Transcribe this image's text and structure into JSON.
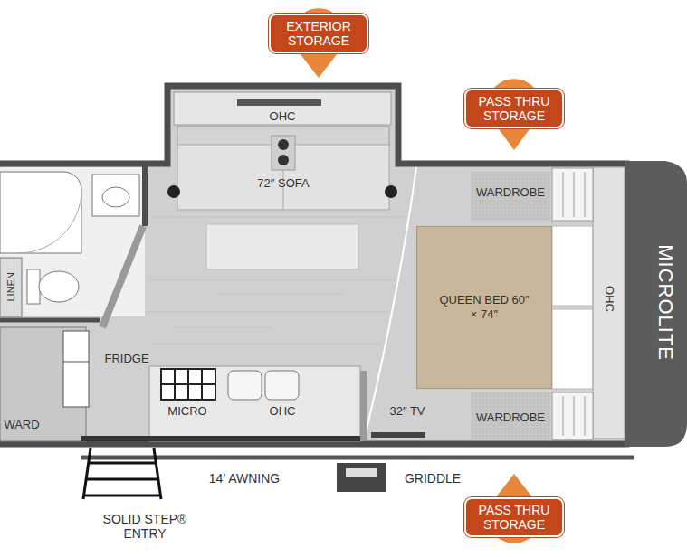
{
  "diagram": {
    "nodes": [
      {
        "text": [
          "EXTERIOR STORAGE"
        ]
      },
      {
        "text": [
          "PASS THRU STORAGE"
        ]
      },
      {
        "text": [
          "QUEEN BED 60″ × 74″"
        ]
      },
      {
        "text": [
          "PASS THRU STORAGE"
        ]
      }
    ],
    "labels": [
      "OHC",
      "72″ SOFA",
      "WARDROBE",
      "OHC",
      "MICROLITE",
      "LINEN",
      "FRIDGE",
      "WARD",
      "MICRO",
      "OHC",
      "32″ TV",
      "WARDROBE",
      "14′ AWNING",
      "GRIDDLE",
      "SOLID STEP® ENTRY"
    ]
  }
}
